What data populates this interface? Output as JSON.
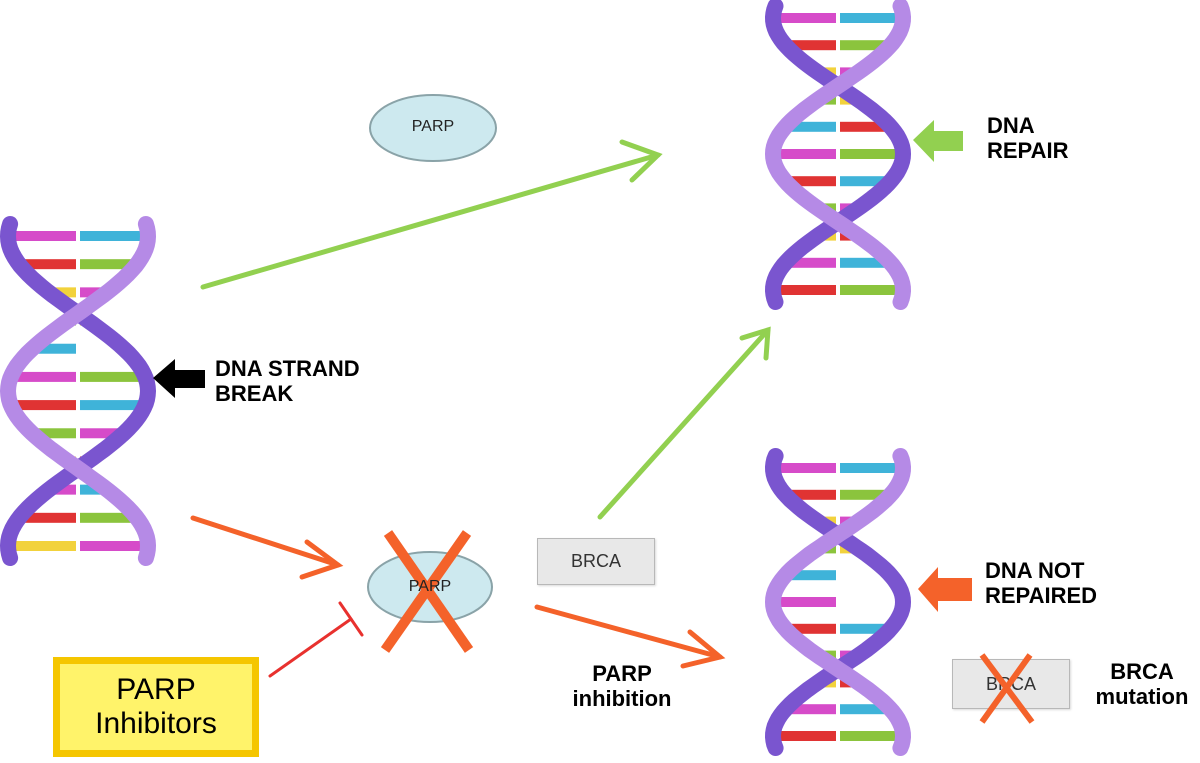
{
  "labels": {
    "parp_top": "PARP",
    "parp_mid": "PARP",
    "dna_repair": [
      "DNA",
      "REPAIR"
    ],
    "strand_break": [
      "DNA STRAND",
      "BREAK"
    ],
    "brca_mid": "BRCA",
    "not_repaired": [
      "DNA NOT",
      "REPAIRED"
    ],
    "brca_mut_box": "BRCA",
    "brca_mutation": [
      "BRCA",
      "mutation"
    ],
    "parp_inhibition": [
      "PARP",
      "inhibition"
    ],
    "inhibitors": [
      "PARP",
      "Inhibitors"
    ]
  },
  "colors": {
    "green_arrow": "#92d050",
    "orange_arrow": "#f4622a",
    "red_inhibit": "#e8312e",
    "black_arrow": "#000000",
    "helix": "#9a6fd8",
    "ellipse_fill": "#cde9ef",
    "ellipse_stroke": "#8aa3a8",
    "inhibitor_fill": "#fff36a",
    "inhibitor_border": "#f5c600",
    "bar_colors": [
      "#d64bc9",
      "#3fb3d9",
      "#e03333",
      "#8bc43d",
      "#f2d23c"
    ]
  }
}
